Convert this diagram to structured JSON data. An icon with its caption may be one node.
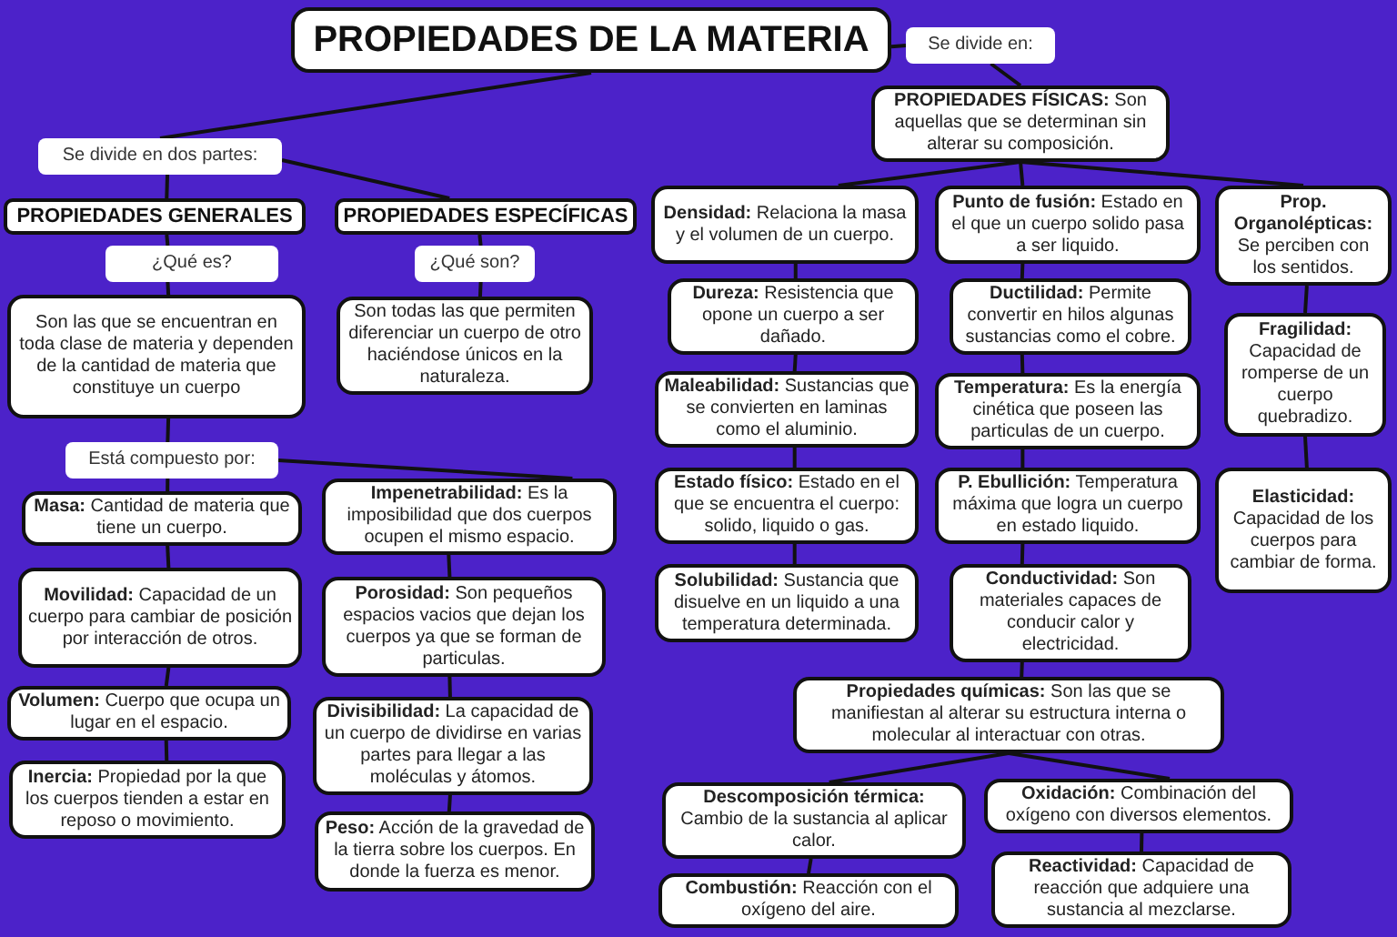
{
  "diagram": {
    "nodes": [
      {
        "text": [
          "PROPIEDADES DE LA MATERIA"
        ]
      },
      {
        "text": [
          "Se divide en:"
        ]
      },
      {
        "text": [
          "Se divide en dos partes:"
        ]
      },
      {
        "text": [
          "PROPIEDADES GENERALES"
        ]
      },
      {
        "text": [
          "PROPIEDADES ESPECÍFICAS"
        ]
      },
      {
        "text": [
          "¿Qué es?"
        ]
      },
      {
        "text": [
          "Son las que se encuentran en toda clase de materia y dependen de la cantidad de materia que constituye un cuerpo"
        ]
      },
      {
        "text": [
          "¿Qué son?"
        ]
      },
      {
        "text": [
          "Son todas las que permiten diferenciar un cuerpo de otro haciéndose únicos en la naturaleza."
        ]
      },
      {
        "text": [
          "Está compuesto por:"
        ]
      },
      {
        "text": [
          "**Masa:** Cantidad de materia que tiene un cuerpo."
        ]
      },
      {
        "text": [
          "**Movilidad:** Capacidad de un cuerpo para cambiar de posición por interacción de otros."
        ]
      },
      {
        "text": [
          "**Volumen:** Cuerpo que ocupa un lugar en el espacio."
        ]
      },
      {
        "text": [
          "**Inercia:** Propiedad por la que los cuerpos tienden a estar en reposo o movimiento."
        ]
      },
      {
        "text": [
          "**Impenetrabilidad:** Es la imposibilidad que dos cuerpos ocupen el mismo espacio."
        ]
      },
      {
        "text": [
          "**Porosidad:** Son pequeños espacios vacios que dejan los cuerpos ya que se forman de particulas."
        ]
      },
      {
        "text": [
          "**Divisibilidad:** La capacidad de un cuerpo de dividirse en varias partes para llegar a las moléculas y átomos."
        ]
      },
      {
        "text": [
          "**Peso:** Acción de la gravedad de la tierra sobre los cuerpos. En donde la fuerza es menor."
        ]
      },
      {
        "text": [
          "**PROPIEDADES FÍSICAS:** Son aquellas que se determinan sin alterar su composición."
        ]
      },
      {
        "text": [
          "**Densidad:** Relaciona la masa y el volumen de un cuerpo."
        ]
      },
      {
        "text": [
          "**Dureza:** Resistencia que opone un cuerpo a ser dañado."
        ]
      },
      {
        "text": [
          "**Maleabilidad:** Sustancias que se convierten en laminas como el aluminio."
        ]
      },
      {
        "text": [
          "**Estado físico:** Estado en el que se encuentra el cuerpo: solido, liquido o gas."
        ]
      },
      {
        "text": [
          "**Solubilidad:** Sustancia que disuelve en un liquido a una temperatura determinada."
        ]
      },
      {
        "text": [
          "**Punto de fusión:** Estado en el que un cuerpo solido pasa a ser liquido."
        ]
      },
      {
        "text": [
          "**Ductilidad:** Permite convertir en hilos algunas sustancias como el cobre."
        ]
      },
      {
        "text": [
          "**Temperatura:** Es la energía cinética que poseen las particulas de un cuerpo."
        ]
      },
      {
        "text": [
          "**P. Ebullición:** Temperatura máxima que logra un cuerpo en estado liquido."
        ]
      },
      {
        "text": [
          "**Conductividad:** Son materiales capaces de conducir calor y electricidad."
        ]
      },
      {
        "text": [
          "**Prop. Organolépticas:** Se perciben con los sentidos."
        ]
      },
      {
        "text": [
          "**Fragilidad:** Capacidad de romperse de un cuerpo quebradizo."
        ]
      },
      {
        "text": [
          "**Elasticidad:** Capacidad de los cuerpos para cambiar de forma."
        ]
      },
      {
        "text": [
          "**Propiedades químicas:** Son las que se manifiestan al alterar su estructura interna o molecular al interactuar con otras."
        ]
      },
      {
        "text": [
          "**Descomposición térmica:** Cambio de la sustancia al aplicar calor."
        ]
      },
      {
        "text": [
          "**Combustión:** Reacción con el oxígeno del aire."
        ]
      },
      {
        "text": [
          "**Oxidación:** Combinación del oxígeno con diversos elementos."
        ]
      },
      {
        "text": [
          "**Reactividad:** Capacidad de reacción que adquiere una sustancia al mezclarse."
        ]
      }
    ],
    "edges": [
      {
        "from": 0,
        "to": 1,
        "arrow": "none"
      },
      {
        "from": 0,
        "to": 2,
        "arrow": "none"
      },
      {
        "from": 2,
        "to": 3,
        "arrow": "none"
      },
      {
        "from": 2,
        "to": 4,
        "arrow": "none"
      },
      {
        "from": 3,
        "to": 5,
        "arrow": "none"
      },
      {
        "from": 5,
        "to": 6,
        "arrow": "none"
      },
      {
        "from": 4,
        "to": 7,
        "arrow": "none"
      },
      {
        "from": 7,
        "to": 8,
        "arrow": "none"
      },
      {
        "from": 6,
        "to": 9,
        "arrow": "none"
      },
      {
        "from": 9,
        "to": 10,
        "arrow": "none"
      },
      {
        "from": 9,
        "to": 14,
        "arrow": "none"
      },
      {
        "from": 10,
        "to": 11,
        "arrow": "none"
      },
      {
        "from": 11,
        "to": 12,
        "arrow": "none"
      },
      {
        "from": 12,
        "to": 13,
        "arrow": "none"
      },
      {
        "from": 14,
        "to": 15,
        "arrow": "none"
      },
      {
        "from": 15,
        "to": 16,
        "arrow": "none"
      },
      {
        "from": 16,
        "to": 17,
        "arrow": "none"
      },
      {
        "from": 1,
        "to": 18,
        "arrow": "none"
      },
      {
        "from": 18,
        "to": 19,
        "arrow": "none"
      },
      {
        "from": 18,
        "to": 24,
        "arrow": "none"
      },
      {
        "from": 18,
        "to": 29,
        "arrow": "none"
      },
      {
        "from": 19,
        "to": 20,
        "arrow": "none"
      },
      {
        "from": 20,
        "to": 21,
        "arrow": "none"
      },
      {
        "from": 21,
        "to": 22,
        "arrow": "none"
      },
      {
        "from": 22,
        "to": 23,
        "arrow": "none"
      },
      {
        "from": 24,
        "to": 25,
        "arrow": "none"
      },
      {
        "from": 25,
        "to": 26,
        "arrow": "none"
      },
      {
        "from": 26,
        "to": 27,
        "arrow": "none"
      },
      {
        "from": 27,
        "to": 28,
        "arrow": "none"
      },
      {
        "from": 28,
        "to": 32,
        "arrow": "none"
      },
      {
        "from": 29,
        "to": 30,
        "arrow": "none"
      },
      {
        "from": 30,
        "to": 31,
        "arrow": "none"
      },
      {
        "from": 32,
        "to": 33,
        "arrow": "none"
      },
      {
        "from": 32,
        "to": 35,
        "arrow": "none"
      },
      {
        "from": 33,
        "to": 34,
        "arrow": "none"
      },
      {
        "from": 35,
        "to": 36,
        "arrow": "none"
      }
    ]
  }
}
